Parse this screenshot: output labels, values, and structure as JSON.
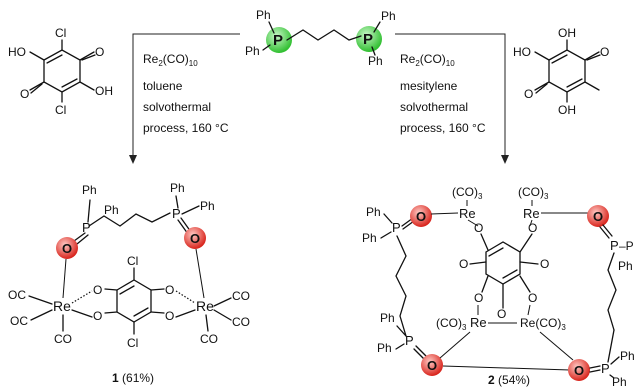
{
  "colors": {
    "phosphorus_highlight": "#4cd44c",
    "oxygen_highlight": "#e8413a",
    "ink": "#111111"
  },
  "ligand": {
    "ph": "Ph",
    "p": "P"
  },
  "left_reagent": {
    "atoms": {
      "cl": "Cl",
      "ho": "HO",
      "oh": "OH",
      "o": "O"
    }
  },
  "right_reagent": {
    "atoms": {
      "ho": "HO",
      "oh": "OH",
      "o": "O"
    }
  },
  "left_conditions": {
    "reagent": "Re",
    "reagent_sub1": "2",
    "reagent_rest": "(CO)",
    "reagent_sub2": "10",
    "lines": [
      "toluene",
      "solvothermal",
      "process, 160 °C"
    ]
  },
  "right_conditions": {
    "reagent": "Re",
    "reagent_sub1": "2",
    "reagent_rest": "(CO)",
    "reagent_sub2": "10",
    "lines": [
      "mesitylene",
      "solvothermal",
      "process, 160 °C"
    ]
  },
  "product1": {
    "atoms": {
      "ph": "Ph",
      "p": "P",
      "o": "O",
      "re": "Re",
      "oc": "OC",
      "co": "CO",
      "cl": "Cl"
    },
    "number": "1",
    "yield": "(61%)"
  },
  "product2": {
    "atoms": {
      "ph": "Ph",
      "p": "P",
      "o": "O",
      "re": "Re",
      "co3": "(CO)",
      "co3_sub": "3",
      "re_co3": "Re(CO)",
      "co3_left": "(CO)",
      "ph_cut": "P–P"
    },
    "number": "2",
    "yield": "(54%)"
  }
}
